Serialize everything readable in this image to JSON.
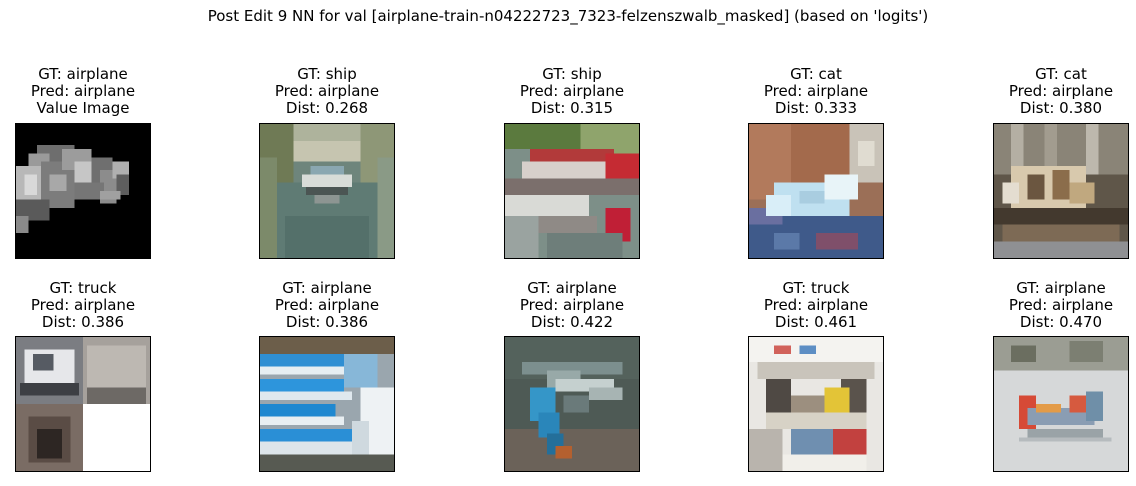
{
  "suptitle": "Post Edit 9 NN for val [airplane-train-n04222723_7323-felzenszwalb_masked] (based on 'logits')",
  "panels": [
    {
      "gt": "GT: airplane",
      "pred": "Pred: airplane",
      "third": "Value Image",
      "image": "masked-grayscale-airplane-thumbnail"
    },
    {
      "gt": "GT: ship",
      "pred": "Pred: airplane",
      "third": "Dist: 0.268",
      "image": "ship-on-canal-thumbnail"
    },
    {
      "gt": "GT: ship",
      "pred": "Pred: airplane",
      "third": "Dist: 0.315",
      "image": "docked-boats-thumbnail"
    },
    {
      "gt": "GT: cat",
      "pred": "Pred: airplane",
      "third": "Dist: 0.333",
      "image": "white-cat-lying-thumbnail"
    },
    {
      "gt": "GT: cat",
      "pred": "Pred: airplane",
      "third": "Dist: 0.380",
      "image": "tabby-cat-thumbnail"
    },
    {
      "gt": "GT: truck",
      "pred": "Pred: airplane",
      "third": "Dist: 0.386",
      "image": "truck-collage-thumbnail"
    },
    {
      "gt": "GT: airplane",
      "pred": "Pred: airplane",
      "third": "Dist: 0.386",
      "image": "klm-airliners-thumbnail"
    },
    {
      "gt": "GT: airplane",
      "pred": "Pred: airplane",
      "third": "Dist: 0.422",
      "image": "blue-plane-topdown-thumbnail"
    },
    {
      "gt": "GT: truck",
      "pred": "Pred: airplane",
      "third": "Dist: 0.461",
      "image": "food-truck-thumbnail"
    },
    {
      "gt": "GT: airplane",
      "pred": "Pred: airplane",
      "third": "Dist: 0.470",
      "image": "red-seaplane-on-snow-thumbnail"
    }
  ]
}
